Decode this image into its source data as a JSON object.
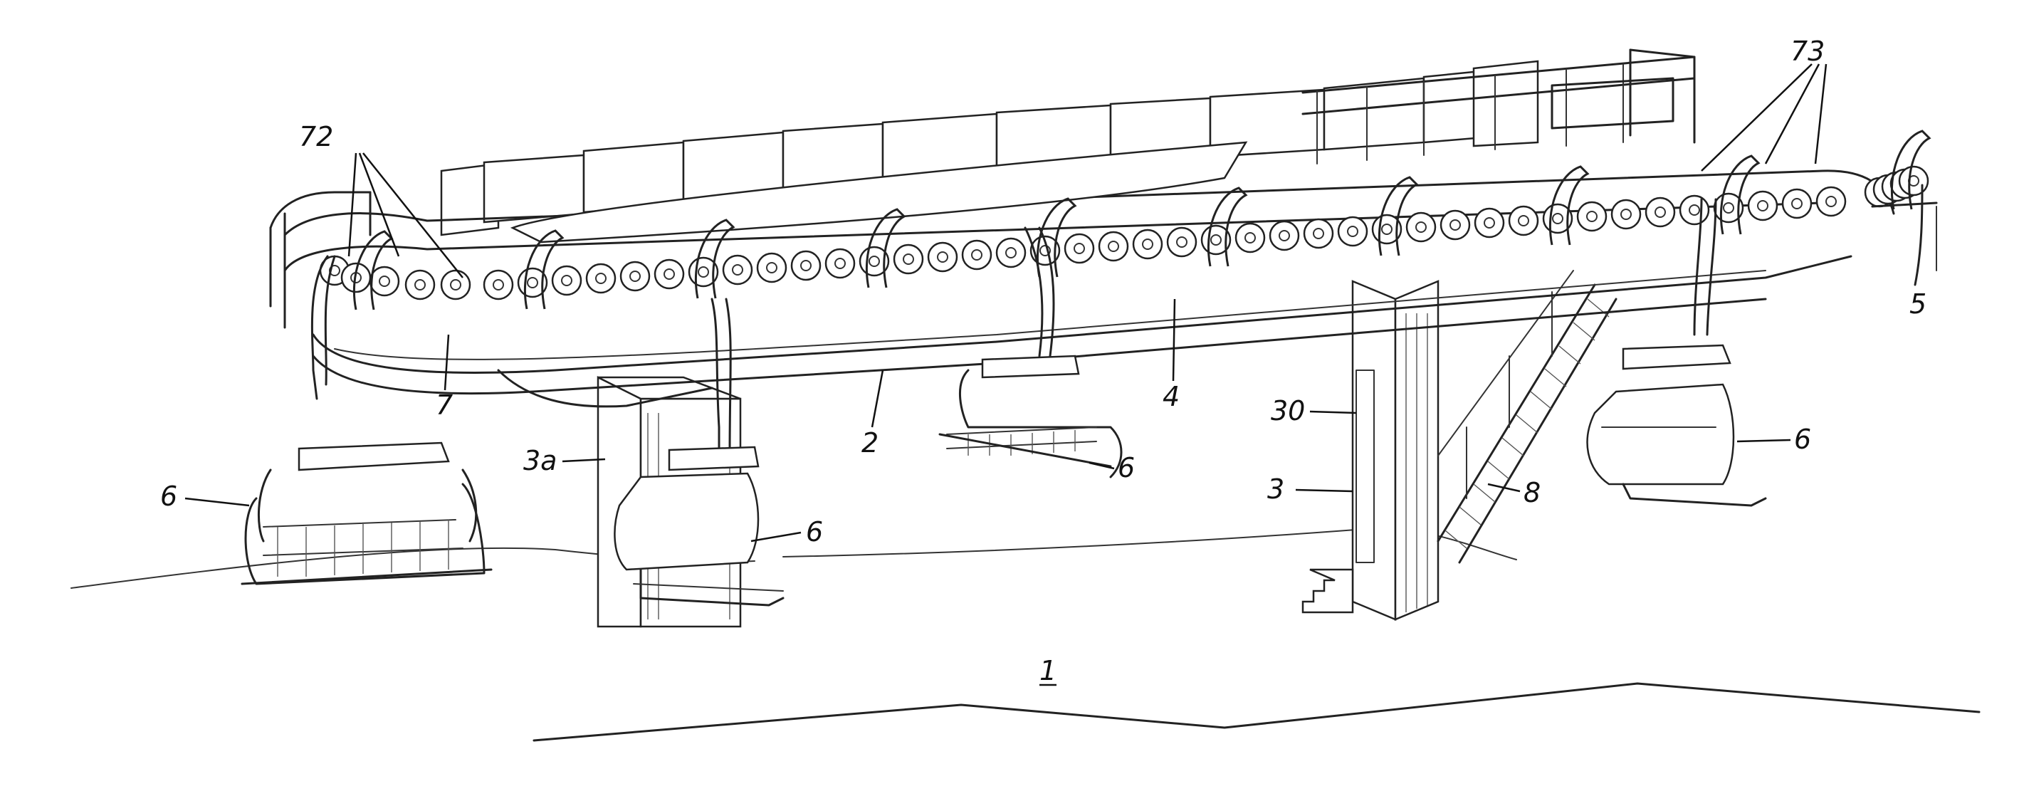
{
  "figure": {
    "labels": {
      "ground": "1",
      "rail": "2",
      "pylon": "3",
      "pylon_a": "3a",
      "pylon_window": "30",
      "beam": "4",
      "cable": "5",
      "chair": "6",
      "drive": "7",
      "rollers_left": "72",
      "rollers_right": "73",
      "stairs": "8"
    }
  }
}
